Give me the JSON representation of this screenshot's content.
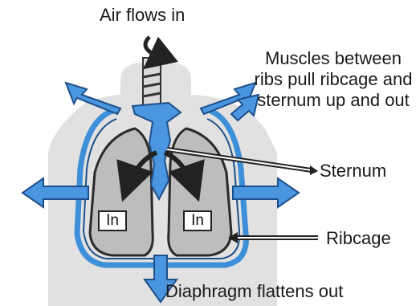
{
  "labels": {
    "air_flows_in": "Air flows in",
    "muscles": "Muscles between ribs pull ribcage and sternum up and out",
    "sternum": "Sternum",
    "ribcage": "Ribcage",
    "diaphragm": "Diaphragm flattens out",
    "in_left": "In",
    "in_right": "In"
  },
  "colors": {
    "torso": "#e1e1e1",
    "lung": "#bdbdbd",
    "ribcage": "#3d8fd9",
    "arrow_blue": "#4a96e0",
    "arrow_dark": "#222222"
  }
}
